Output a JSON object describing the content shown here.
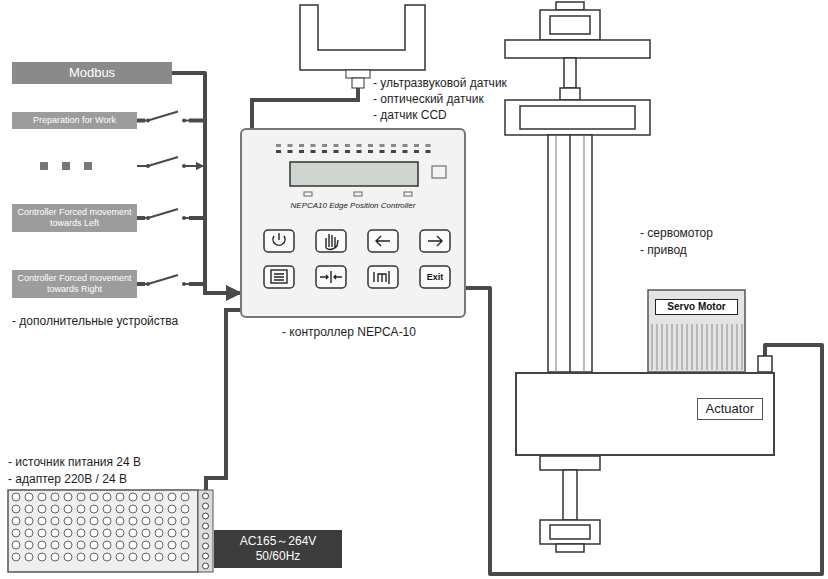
{
  "diagram": {
    "nodes": [
      {
        "text": [
          "Modbus"
        ]
      },
      {
        "text": [
          "Preparation for Work"
        ]
      },
      {
        "text": [
          "Controller Forced movement towards Left"
        ]
      },
      {
        "text": [
          "Controller Forced movement towards Right"
        ]
      },
      {
        "text": [
          "NEPCA10 Edge Position Controller",
          "Exit"
        ]
      },
      {
        "text": [
          "Servo Motor"
        ]
      },
      {
        "text": [
          "Actuator"
        ]
      },
      {
        "text": [
          "AC165～264V 50/60Hz"
        ]
      }
    ],
    "edges": [
      {
        "from": 0,
        "to": 4,
        "arrow": "none"
      },
      {
        "from": 1,
        "to": 4,
        "arrow": "to"
      },
      {
        "from": 2,
        "to": 4,
        "arrow": "to"
      },
      {
        "from": 3,
        "to": 4,
        "arrow": "to"
      },
      {
        "from": 4,
        "to": 6,
        "arrow": "none"
      }
    ],
    "labels": [
      "- ультразвуковой датчик",
      "- оптический датчик",
      "- датчик CCD",
      "- сервомотор",
      "- привод",
      "- дополнительные устройства",
      "- контроллер NEPCA-10",
      "- источник питания 24 В",
      "- адаптер 220В / 24 В"
    ]
  }
}
